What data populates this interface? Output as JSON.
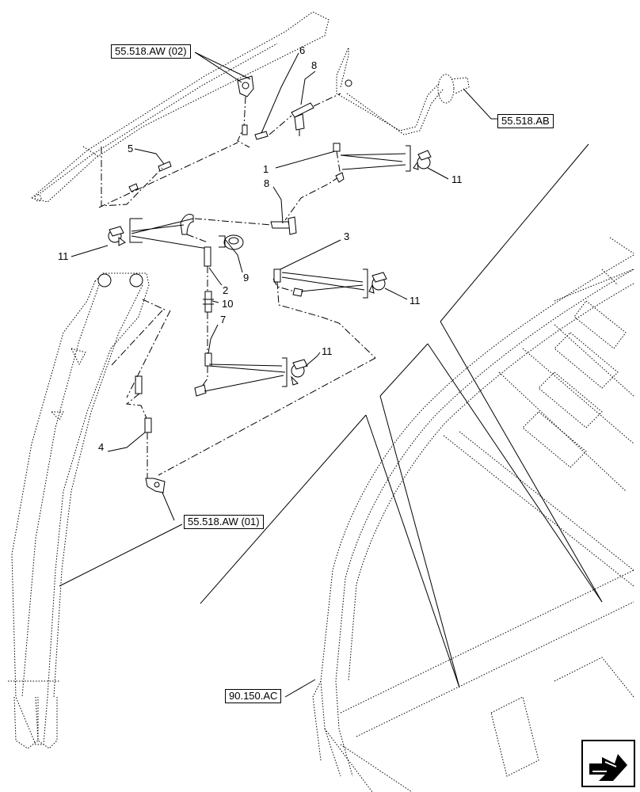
{
  "refs": {
    "aw02": "55.518.AW (02)",
    "ab": "55.518.AB",
    "aw01": "55.518.AW (01)",
    "ac": "90.150.AC"
  },
  "callouts": {
    "c1": "1",
    "c2": "2",
    "c3": "3",
    "c4": "4",
    "c5": "5",
    "c6": "6",
    "c7": "7",
    "c8a": "8",
    "c8b": "8",
    "c9": "9",
    "c10": "10",
    "c11a": "11",
    "c11b": "11",
    "c11c": "11",
    "c11d": "11"
  },
  "icons": {
    "nav": "next-page-arrow-icon"
  }
}
